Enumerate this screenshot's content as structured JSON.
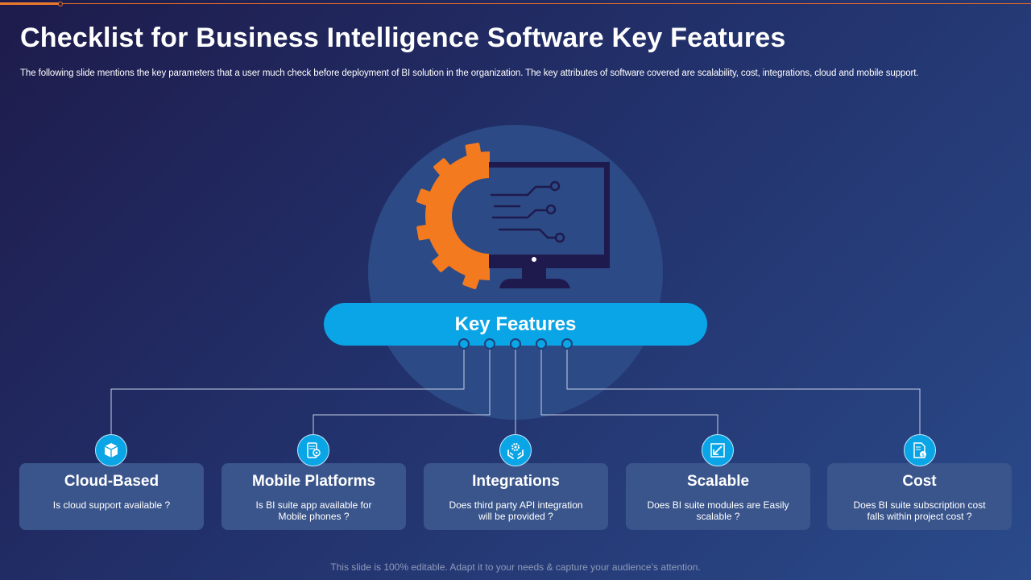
{
  "slide": {
    "title": "Checklist for Business Intelligence Software Key Features",
    "subtitle": "The following slide mentions the key parameters that a user much check before deployment of BI solution in the organization. The key attributes of software covered are scalability, cost, integrations, cloud and mobile support.",
    "center_label": "Key Features",
    "footer": "This slide is 100% editable. Adapt it to your needs & capture your audience’s attention."
  },
  "colors": {
    "accent_orange": "#f47a20",
    "accent_blue": "#0aa5e6",
    "card_bg": "#3a558c",
    "monitor": "#1f1a4d"
  },
  "features": [
    {
      "title": "Cloud-Based",
      "desc": "Is cloud support available ?",
      "icon": "box-icon"
    },
    {
      "title": "Mobile Platforms",
      "desc": "Is BI suite app available for Mobile phones ?",
      "icon": "mobile-settings-icon"
    },
    {
      "title": "Integrations",
      "desc": "Does third party API integration will be provided ?",
      "icon": "gear-hands-icon"
    },
    {
      "title": "Scalable",
      "desc": "Does BI suite modules are Easily scalable ?",
      "icon": "scale-arrows-icon"
    },
    {
      "title": "Cost",
      "desc": "Does BI suite subscription cost falls within project cost ?",
      "icon": "document-dollar-icon"
    }
  ]
}
